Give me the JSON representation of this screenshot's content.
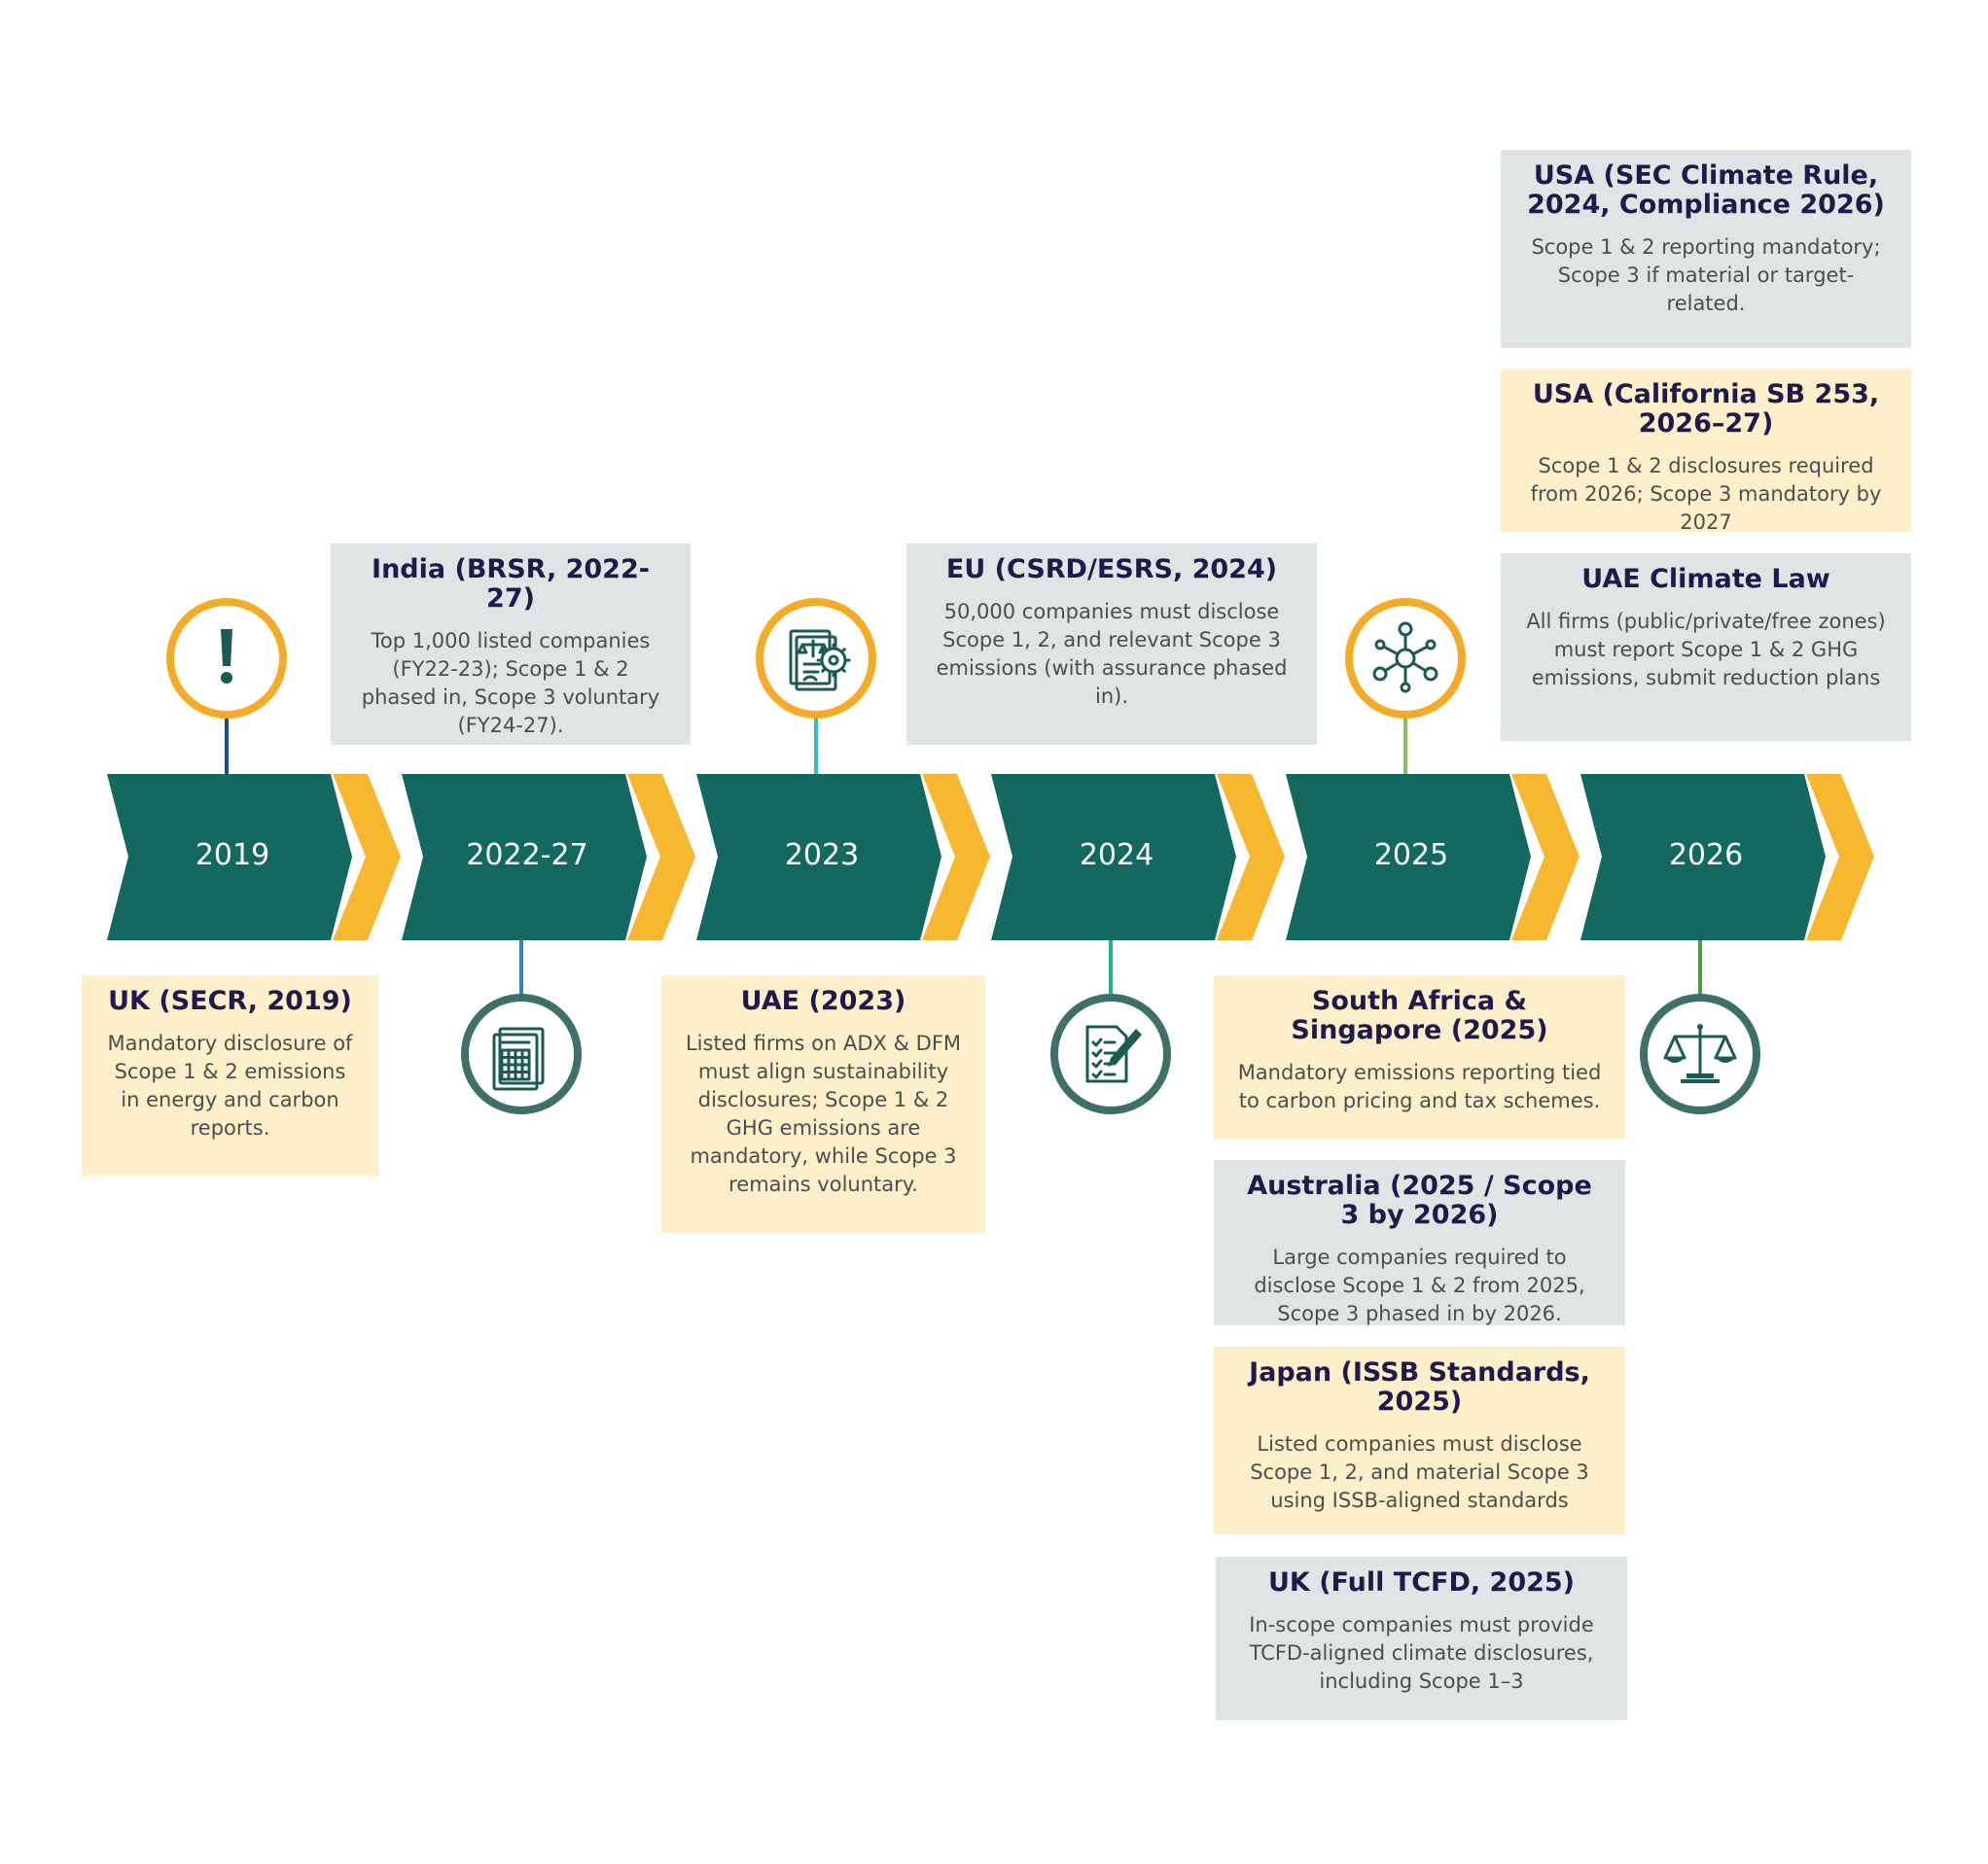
{
  "timeline": {
    "years": [
      "2019",
      "2022-27",
      "2023",
      "2024",
      "2025",
      "2026"
    ],
    "colors": {
      "chevron_teal": "#136960",
      "chevron_yellow": "#f7b731",
      "icon_ring_yellow": "#f4ab28",
      "icon_ring_teal": "#3f7068",
      "icon_fill": "#1d5a53",
      "box_grey": "#dfe5e4",
      "box_cream": "#fdefc9",
      "heading": "#1f1a4b",
      "connector_2019": "#1a4e9c",
      "connector_2022_27": "#3185c4",
      "connector_2023": "#32bccd",
      "connector_2024": "#22b18e",
      "connector_2025": "#84c35b",
      "connector_2026": "#4c9a3d"
    },
    "icons": {
      "2019": "exclamation-icon",
      "2022-27": "spreadsheet-document-icon",
      "2023": "legal-document-gear-icon",
      "2024": "document-pen-icon",
      "2025": "network-nodes-icon",
      "2026": "scales-of-justice-icon"
    }
  },
  "boxes": {
    "uk_secr": {
      "title": "UK (SECR, 2019)",
      "body": "Mandatory disclosure of Scope 1 & 2 emissions in energy and carbon reports."
    },
    "india_brsr": {
      "title": "India (BRSR, 2022-27)",
      "body": "Top 1,000 listed companies (FY22-23); Scope 1 & 2 phased in, Scope 3 voluntary (FY24-27)."
    },
    "uae_2023": {
      "title": "UAE (2023)",
      "body": "Listed firms on ADX & DFM must align sustainability disclosures; Scope 1 & 2 GHG emissions are mandatory, while Scope 3 remains voluntary."
    },
    "eu_csrd": {
      "title": "EU (CSRD/ESRS, 2024)",
      "body": "50,000 companies must disclose Scope 1, 2, and relevant Scope 3 emissions (with assurance phased in)."
    },
    "sa_singapore": {
      "title": "South Africa & Singapore (2025)",
      "body": "Mandatory emissions reporting tied to carbon pricing and tax schemes."
    },
    "australia": {
      "title": "Australia (2025 / Scope 3 by 2026)",
      "body": "Large companies required to disclose Scope 1 & 2 from 2025, Scope 3 phased in by 2026."
    },
    "japan": {
      "title": "Japan (ISSB Standards, 2025)",
      "body": "Listed companies must disclose Scope 1, 2, and material Scope 3 using ISSB-aligned standards"
    },
    "uk_tcfd": {
      "title": "UK (Full TCFD, 2025)",
      "body": "In-scope companies must provide TCFD-aligned climate disclosures, including Scope 1–3"
    },
    "usa_sec": {
      "title": "USA (SEC Climate Rule, 2024, Compliance 2026)",
      "body": "Scope 1 & 2 reporting mandatory; Scope 3 if material or target-related."
    },
    "usa_california": {
      "title": "USA (California SB 253, 2026–27)",
      "body": "Scope 1 & 2 disclosures required from 2026; Scope 3 mandatory by 2027"
    },
    "uae_climate_law": {
      "title": "UAE Climate Law",
      "body": "All firms (public/private/free zones) must report Scope 1 & 2 GHG emissions, submit reduction plans"
    }
  }
}
